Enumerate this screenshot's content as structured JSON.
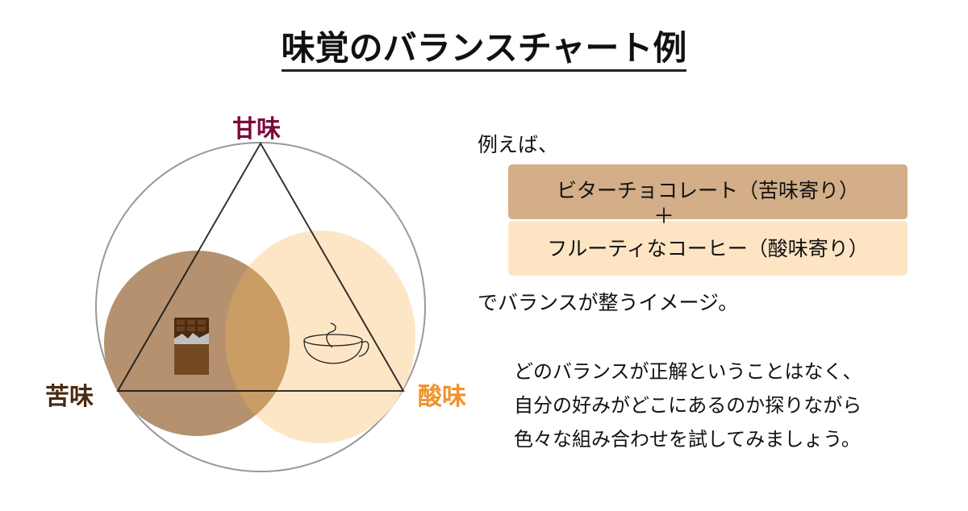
{
  "title": "味覚のバランスチャート例",
  "diagram": {
    "labels": {
      "sweet": "甘味",
      "bitter": "苦味",
      "sour": "酸味"
    },
    "colors": {
      "sweet": "#7a0a3a",
      "bitter": "#4a2a10",
      "sour": "#f0922a",
      "bitter_circle": "#b5916f",
      "sour_circle": "#fde6c6",
      "overlap": "#c99d64"
    },
    "icons": [
      "chocolate-bar-icon",
      "coffee-cup-icon"
    ]
  },
  "example": {
    "intro": "例えば、",
    "item1": "ビターチョコレート（苦味寄り）",
    "plus": "＋",
    "item2": "フルーティなコーヒー（酸味寄り）",
    "conclusion": "でバランスが整うイメージ。"
  },
  "paragraph": {
    "lines": [
      "どのバランスが正解ということはなく、",
      "自分の好みがどこにあるのか探りながら",
      "色々な組み合わせを試してみましょう。"
    ]
  }
}
